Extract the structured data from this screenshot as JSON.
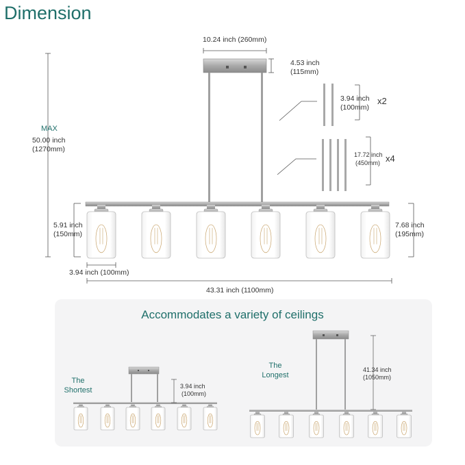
{
  "title": "Dimension",
  "top_dims": {
    "canopy_width": "10.24 inch (260mm)",
    "canopy_height_in": "4.53 inch",
    "canopy_height_mm": "(115mm)",
    "max_label": "MAX",
    "max_in": "50.00 inch",
    "max_mm": "(1270mm)",
    "rod_short_in": "3.94 inch",
    "rod_short_mm": "(100mm)",
    "rod_short_qty": "x2",
    "rod_long_in": "17.72 inch",
    "rod_long_mm": "(450mm)",
    "rod_long_qty": "x4",
    "shade_h_in": "5.91 inch",
    "shade_h_mm": "(150mm)",
    "fixture_h_in": "7.68 inch",
    "fixture_h_mm": "(195mm)",
    "shade_w": "3.94 inch (100mm)",
    "total_w": "43.31 inch (1100mm)"
  },
  "panel": {
    "title": "Accommodates a variety of ceilings",
    "shortest_line1": "The",
    "shortest_line2": "Shortest",
    "shortest_in": "3.94 inch",
    "shortest_mm": "(100mm)",
    "longest_line1": "The",
    "longest_line2": "Longest",
    "longest_in": "41.34 inch",
    "longest_mm": "(1050mm)"
  }
}
